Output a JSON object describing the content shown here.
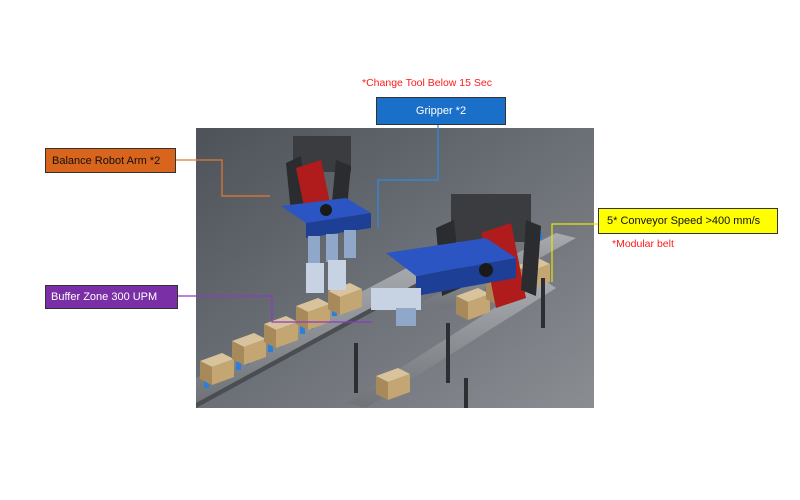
{
  "callouts": {
    "gripper": {
      "label": "Gripper *2",
      "note": "*Change Tool Below 15 Sec",
      "color": "#1a6fc9"
    },
    "robot_arm": {
      "label": "Balance Robot Arm *2",
      "color": "#d9641c"
    },
    "buffer": {
      "label": "Buffer Zone 300 UPM",
      "color": "#7a2fa6"
    },
    "conveyor": {
      "label": "5* Conveyor Speed >400 mm/s",
      "note": "*Modular belt",
      "color": "#ffff00"
    }
  },
  "colors": {
    "note_text": "#ff1a1a",
    "scene_background": "#5d6168",
    "box": "#b89b6e",
    "robot_blue": "#2a55c2",
    "robot_red": "#b01b1b",
    "robot_dark": "#3a3c40"
  },
  "icons": {
    "scene": "packaging-line-3d-render"
  }
}
